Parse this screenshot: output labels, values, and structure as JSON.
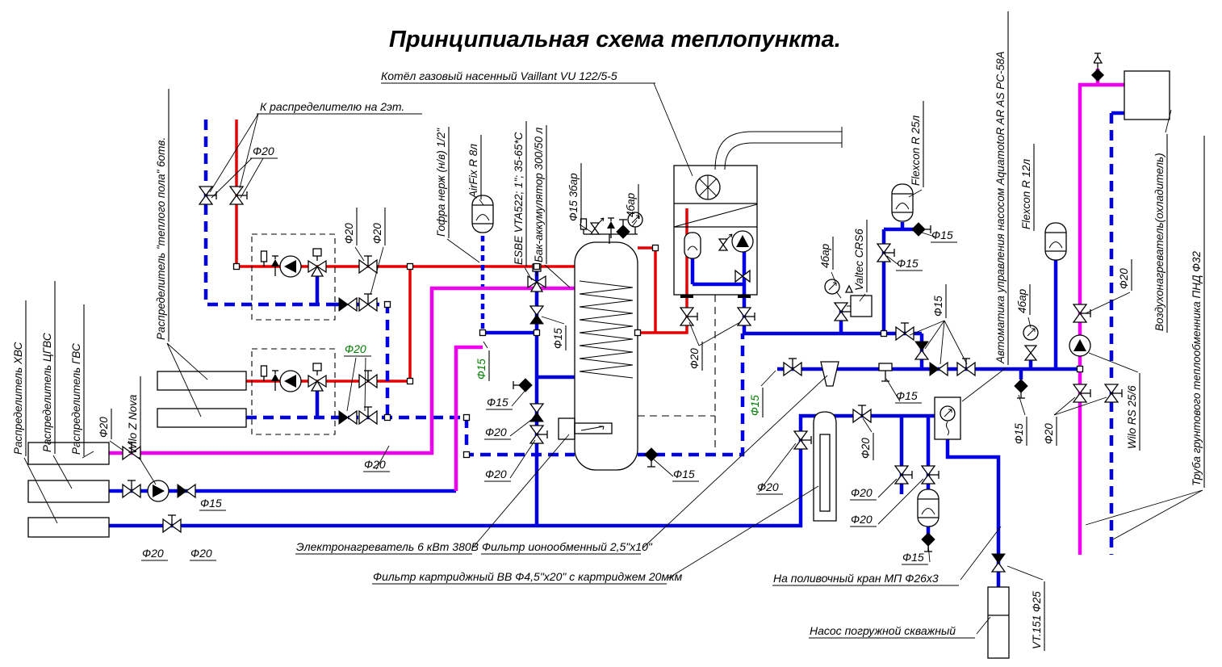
{
  "title": "Принципиальная схема теплопункта.",
  "colors": {
    "supply_pipe": "#e80000",
    "cold_and_return_pipe": "#0000e0",
    "ground_loop_pipe": "#f000f0",
    "green_label": "#007b00",
    "line": "#000000"
  },
  "labels": [
    {
      "id": "title",
      "text": "Принципиальная схема теплопункта."
    },
    {
      "id": "boiler",
      "text": "Котёл газовый насенный Vaillant VU 122/5-5"
    },
    {
      "id": "to-2nd-floor",
      "text": "К распределителю на 2эт."
    },
    {
      "id": "f20-top",
      "text": "Ф20"
    },
    {
      "id": "gofra",
      "text": "Гофра нерж (н/в) 1/2\""
    },
    {
      "id": "airfix",
      "text": "AirFix R 8л"
    },
    {
      "id": "esbe",
      "text": "ESBE VTA522; 1\"; 35-65*C"
    },
    {
      "id": "buffer-tank",
      "text": "Бак-аккумулятор 300/50 л"
    },
    {
      "id": "f15-3bar",
      "text": "Ф15 3бар"
    },
    {
      "id": "gauge-4bar-tank",
      "text": "4бар"
    },
    {
      "id": "manifold-floor",
      "text": "Распределитель \"теплого пола\" 6отв."
    },
    {
      "id": "manifold-hvs",
      "text": "Распределитель ХВС"
    },
    {
      "id": "manifold-cgvs",
      "text": "Распределитель ЦГВС"
    },
    {
      "id": "manifold-gvs",
      "text": "Распределитель ГВС"
    },
    {
      "id": "f20-left",
      "text": "Ф20"
    },
    {
      "id": "wilo-z-nova",
      "text": "Wilo Z Nova"
    },
    {
      "id": "f20-mod1a",
      "text": "Ф20"
    },
    {
      "id": "f20-mod1b",
      "text": "Ф20"
    },
    {
      "id": "f20-mod1r",
      "text": "Ф20"
    },
    {
      "id": "f20-green",
      "text": "Ф20"
    },
    {
      "id": "f15-green-1",
      "text": "Ф15"
    },
    {
      "id": "f15-riser",
      "text": "Ф15"
    },
    {
      "id": "f15-ball",
      "text": "Ф15"
    },
    {
      "id": "f20-check",
      "text": "Ф20"
    },
    {
      "id": "f20-valve",
      "text": "Ф20"
    },
    {
      "id": "f20-boiler",
      "text": "Ф20"
    },
    {
      "id": "f15-tank-drain",
      "text": "Ф15"
    },
    {
      "id": "el-heater",
      "text": "Электронагреватель 6 кВт 380В"
    },
    {
      "id": "filter-ion",
      "text": "Фильтр ионообменный 2,5\"x10\""
    },
    {
      "id": "filter-cart",
      "text": "Фильтр картриджный ВВ Ф4,5\"x20\" с картриджем 20мкм"
    },
    {
      "id": "irrigation",
      "text": "На поливочный кран МП Ф26x3"
    },
    {
      "id": "well-pump",
      "text": "Насос погружной скважный"
    },
    {
      "id": "vt151",
      "text": "VT.151 Ф25"
    },
    {
      "id": "flexcon25",
      "text": "Flexcon R 25л"
    },
    {
      "id": "valtec-crs6",
      "text": "Valtec CRS6"
    },
    {
      "id": "f15-fx25",
      "text": "Ф15"
    },
    {
      "id": "f15-v1095",
      "text": "Ф15"
    },
    {
      "id": "flexcon12",
      "text": "Flexcon R 12л"
    },
    {
      "id": "automation",
      "text": "Автоматика управления насосом AquamotoR AR AS PC-58A"
    },
    {
      "id": "gauge-4bar-valtec",
      "text": "4бар"
    },
    {
      "id": "f15-cluster",
      "text": "Ф15"
    },
    {
      "id": "gauge-4bar-main",
      "text": "4бар"
    },
    {
      "id": "f15-green-2",
      "text": "Ф15"
    },
    {
      "id": "f15-fitting",
      "text": "Ф15"
    },
    {
      "id": "f20-mag-top",
      "text": "Ф20"
    },
    {
      "id": "f15-drain-main",
      "text": "Ф15"
    },
    {
      "id": "f20-mag-btm",
      "text": "Ф20"
    },
    {
      "id": "wilo-rs",
      "text": "Wilo RS 25/6"
    },
    {
      "id": "ground-pipe",
      "text": "Труба грунтового теплообменника ПНД Ф32"
    },
    {
      "id": "air-heater",
      "text": "Воздухонагреватель(охладитель)"
    },
    {
      "id": "f20-bl1",
      "text": "Ф20"
    },
    {
      "id": "f20-bl2",
      "text": "Ф20"
    },
    {
      "id": "f15-bl",
      "text": "Ф15"
    },
    {
      "id": "f20-filter-in",
      "text": "Ф20"
    },
    {
      "id": "f20-filter-valve",
      "text": "Ф20"
    },
    {
      "id": "f20-low1",
      "text": "Ф20"
    },
    {
      "id": "f20-low2",
      "text": "Ф20"
    },
    {
      "id": "f15-vessel2",
      "text": "Ф15"
    }
  ]
}
